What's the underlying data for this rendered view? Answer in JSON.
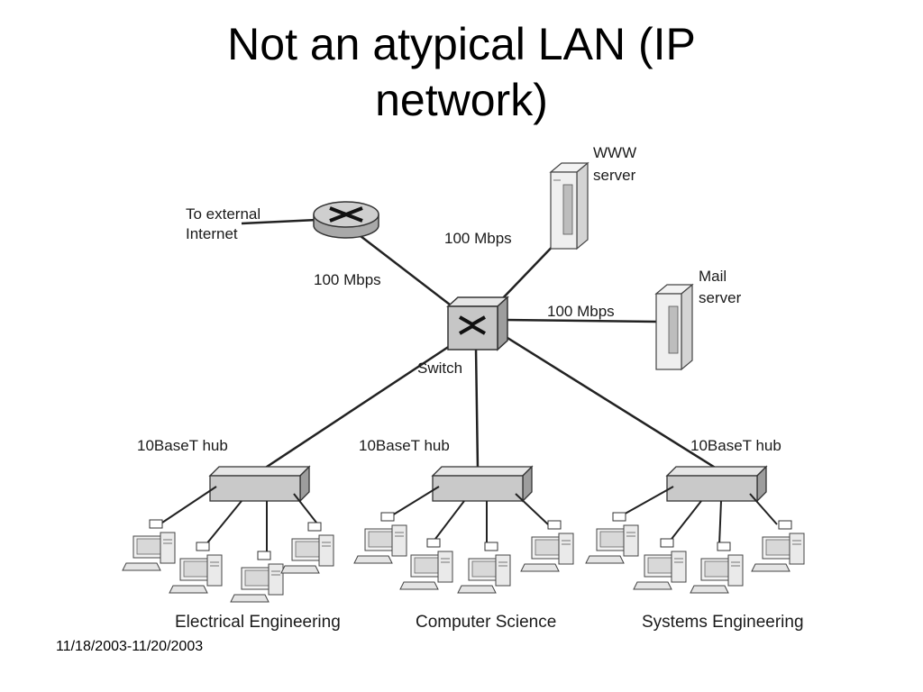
{
  "slide": {
    "title_line1": "Not an atypical LAN (IP",
    "title_line2": "network)",
    "footer_date": "11/18/2003-11/20/2003"
  },
  "diagram": {
    "external_label_1": "To external",
    "external_label_2": "Internet",
    "router_link_speed": "100 Mbps",
    "www_link_speed": "100 Mbps",
    "mail_link_speed": "100 Mbps",
    "www_label_1": "WWW",
    "www_label_2": "server",
    "mail_label_1": "Mail",
    "mail_label_2": "server",
    "switch_label": "Switch",
    "hubs": [
      {
        "label": "10BaseT hub",
        "department": "Electrical Engineering"
      },
      {
        "label": "10BaseT hub",
        "department": "Computer Science"
      },
      {
        "label": "10BaseT hub",
        "department": "Systems Engineering"
      }
    ]
  }
}
